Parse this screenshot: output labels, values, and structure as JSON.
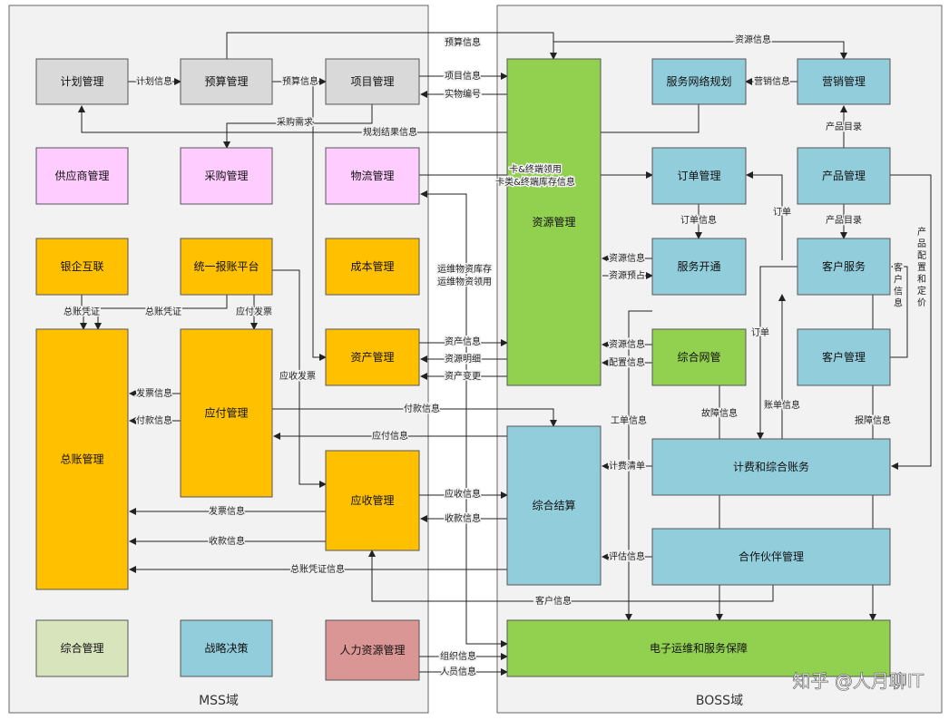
{
  "domains": {
    "mss": "MSS域",
    "boss": "BOSS域"
  },
  "colors": {
    "gray": "#d9d9d9",
    "pink": "#ffccff",
    "orange": "#ffc000",
    "green": "#92d050",
    "blue": "#92cddc",
    "sage": "#d8e4bc",
    "rose": "#da9694",
    "domain_bg": "#f2f2f2"
  },
  "boxes": {
    "jihua": "计划管理",
    "yusuan": "预算管理",
    "xiangmu": "项目管理",
    "gongying": "供应商管理",
    "caigou": "采购管理",
    "wuliu": "物流管理",
    "yinqi": "银企互联",
    "baozhang": "统一报账平台",
    "chengben": "成本管理",
    "zongzhang": "总账管理",
    "yingfu": "应付管理",
    "zichan": "资产管理",
    "yingshou": "应收管理",
    "zonghe": "综合管理",
    "zhanlue": "战略决策",
    "renli": "人力资源管理",
    "ziyuan": "资源管理",
    "fuwuwl": "服务网络规划",
    "yingxiao": "营销管理",
    "dingdan": "订单管理",
    "chanpin": "产品管理",
    "fuwukt": "服务开通",
    "kehufw": "客户服务",
    "zongwg": "综合网管",
    "kehugl": "客户管理",
    "jifei": "计费和综合账务",
    "jiesuan": "综合结算",
    "huoban": "合作伙伴管理",
    "dianzi": "电子运维和服务保障"
  },
  "labels": {
    "ys_top": "预算信息",
    "zy_top": "资源信息",
    "jihua_xx": "计划信息",
    "ys_xx": "预算信息",
    "xm_xx": "项目信息",
    "sw_bh": "实物编号",
    "yx_xx": "营销信息",
    "cg_xq": "采购需求",
    "gh_js": "规划结果信息",
    "cp_ml1": "产品目录",
    "ka_ly": "卡&终端领用",
    "ka_kc": "卡类&终端库存信息",
    "dingdan_lbl": "订单",
    "dd_xx": "订单信息",
    "cp_ml2": "产品目录",
    "zz_xx": "组织信息",
    "yw_kc": "运维物资库存",
    "yw_ly": "运维物资领用",
    "zy_xx1": "资源信息",
    "zy_yz": "资源预占",
    "cp_pz": "产品配置和定价",
    "kh_xx_v": "客户信息",
    "zz_pz1": "总账凭证",
    "zz_pz2": "总账凭证",
    "yf_fp": "应付发票",
    "dd_lbl2": "订单",
    "zc_xx": "资产信息",
    "zy_mx": "资源明细",
    "zc_bg": "资产变更",
    "zy_xx2": "资源信息",
    "pz_xx": "配置信息",
    "ys_fp": "应收发票",
    "fp_xx1": "发票信息",
    "fk_xx1": "付款信息",
    "fk_xx2": "付款信息",
    "gz_xx": "故障信息",
    "zd_xx": "账单信息",
    "bz_xx": "报障信息",
    "gd_xx": "工单信息",
    "yf_xx": "应付信息",
    "jf_qd": "计费清单",
    "ys_xx2": "应收信息",
    "sk_xx": "收款信息",
    "fp_xx2": "发票信息",
    "sk_xx2": "收款信息",
    "pg_xx": "评估信息",
    "zz_pz_xx": "总账凭证信息",
    "kh_xx2": "客户信息",
    "ry_xx": "人员信息"
  },
  "watermark": "知乎 @人月聊IT"
}
